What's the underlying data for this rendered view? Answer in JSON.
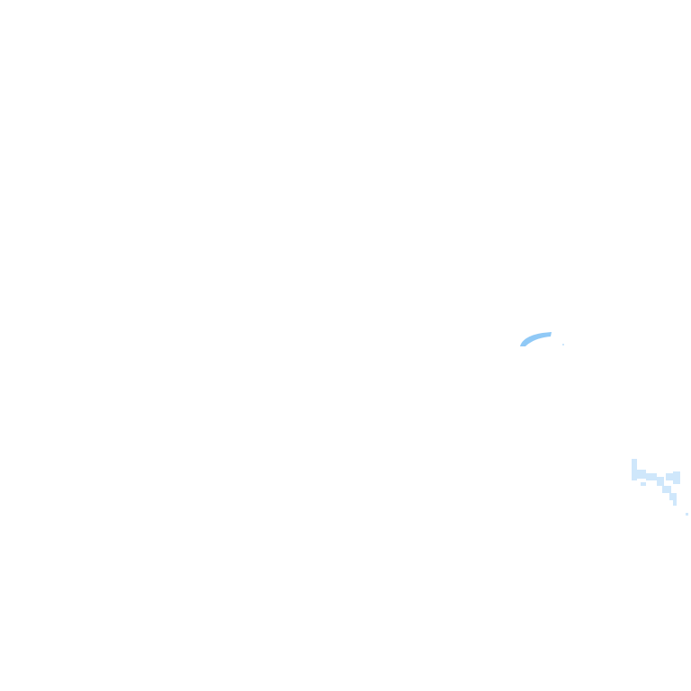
{
  "map": {
    "background_color": "#ffffff",
    "features": [
      {
        "name": "water-feature-north",
        "kind": "water",
        "color": "#7dbff5"
      },
      {
        "name": "water-feature-south-east",
        "kind": "water",
        "color": "#cfe7fb"
      }
    ]
  }
}
